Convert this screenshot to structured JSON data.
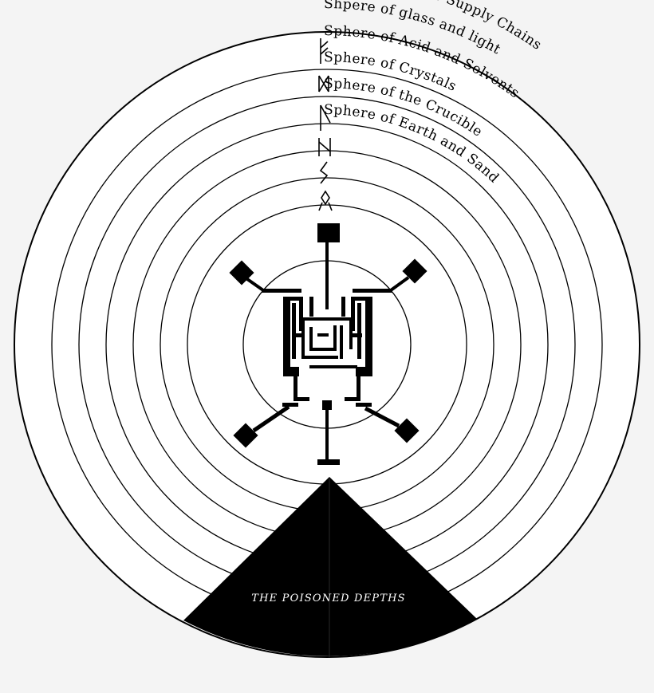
{
  "spheres": [
    {
      "label": "Sphere of divine Supply Chains",
      "rune": "fehu-rune-icon"
    },
    {
      "label": "Shpere of glass and light",
      "rune": "dagaz-rune-icon"
    },
    {
      "label": "Sphere of Acid and Solvents",
      "rune": "laguz-rune-icon"
    },
    {
      "label": "Sphere of Crystals",
      "rune": "hagalaz-rune-icon"
    },
    {
      "label": "Sphere of the Crucible",
      "rune": "sowilo-rune-icon"
    },
    {
      "label": "Sphere of Earth and Sand",
      "rune": "othala-rune-icon"
    }
  ],
  "depths": {
    "label": "THE POISONED DEPTHS"
  },
  "colors": {
    "ink": "#000000",
    "paper": "#ffffff",
    "background": "#f4f4f4",
    "depths_text": "#ffffff"
  }
}
